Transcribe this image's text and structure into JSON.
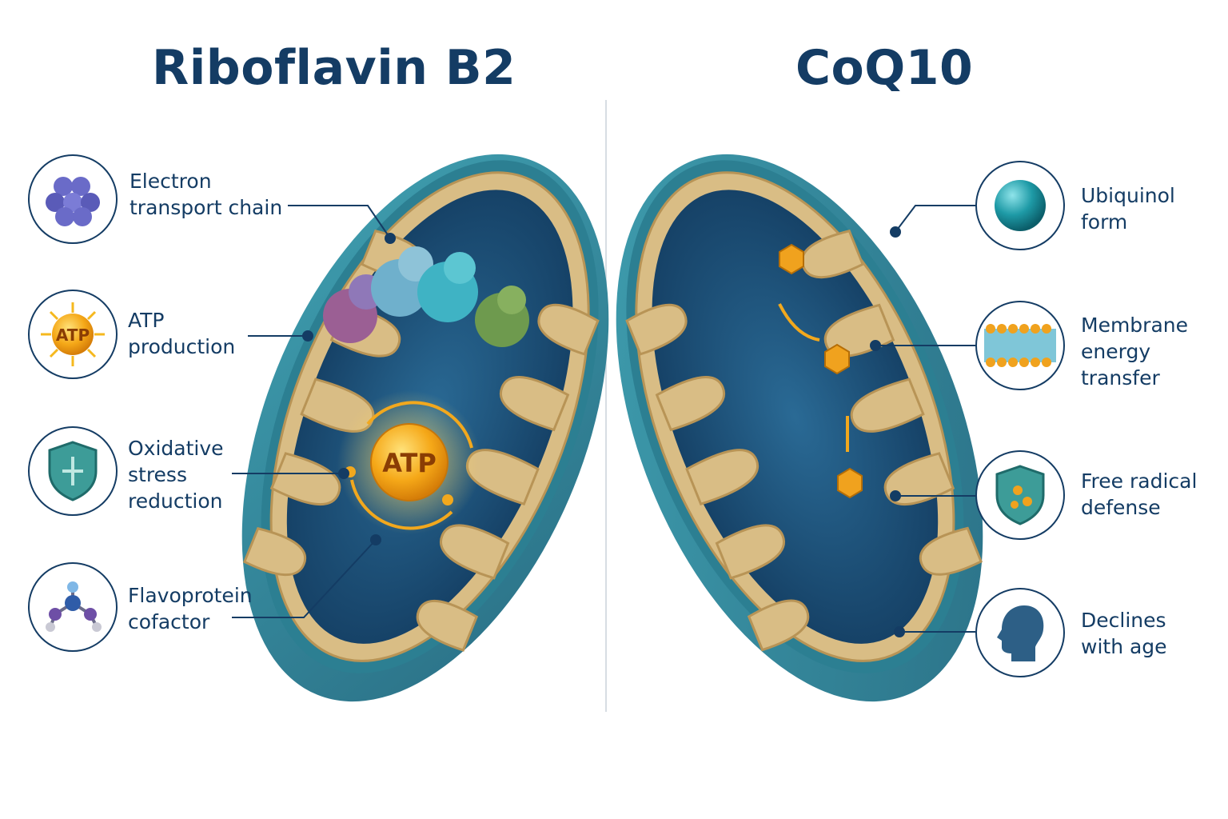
{
  "titles": {
    "left": "Riboflavin B2",
    "right": "CoQ10"
  },
  "left_features": [
    {
      "icon": "molecule-cluster-icon",
      "label": "Electron\ntransport chain"
    },
    {
      "icon": "atp-sun-icon",
      "label": "ATP\nproduction",
      "icon_text": "ATP"
    },
    {
      "icon": "shield-icon",
      "label": "Oxidative\nstress\nreduction"
    },
    {
      "icon": "molecule-model-icon",
      "label": "Flavoprotein\ncofactor"
    }
  ],
  "right_features": [
    {
      "icon": "sphere-icon",
      "label": "Ubiquinol\nform"
    },
    {
      "icon": "membrane-bilayer-icon",
      "label": "Membrane\nenergy\ntransfer"
    },
    {
      "icon": "shield-molecule-icon",
      "label": "Free radical\ndefense"
    },
    {
      "icon": "head-profile-icon",
      "label": "Declines\nwith age"
    }
  ],
  "center_atp": "ATP",
  "colors": {
    "title": "#143c64",
    "membrane": "#3a8fa0",
    "cristae": "#d9bd85",
    "matrix": "#1f4f78",
    "accent": "#f2a81d"
  }
}
